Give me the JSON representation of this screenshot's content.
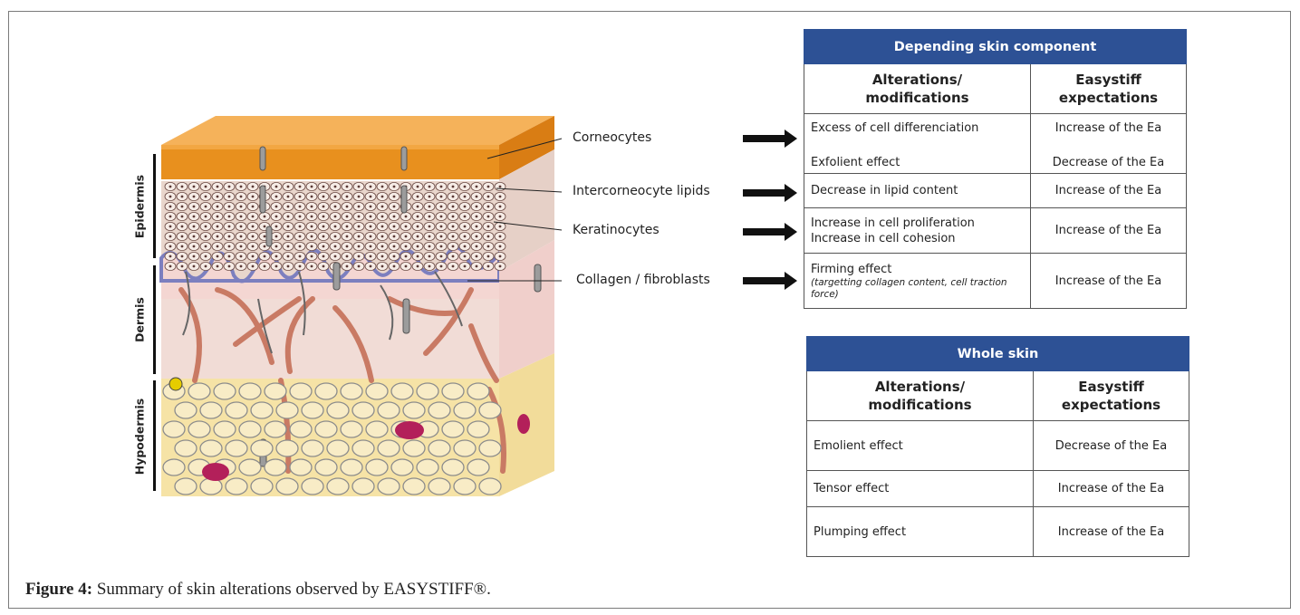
{
  "figure": {
    "labels": {
      "corneocytes": "Corneocytes",
      "lipids": "Intercorneocyte lipids",
      "keratinocytes": "Keratinocytes",
      "collagen": "Collagen / fibroblasts"
    },
    "layers": {
      "epidermis": "Epidermis",
      "dermis": "Dermis",
      "hypodermis": "Hypodermis"
    }
  },
  "table_component": {
    "title": "Depending skin component",
    "col1": [
      "Alterations/",
      "modifications"
    ],
    "col2": [
      "Easystiff",
      "expectations"
    ],
    "rows": [
      {
        "alt": "Excess of cell differenciation",
        "exp": "Increase of the Ea"
      },
      {
        "alt": "Exfolient effect",
        "exp": "Decrease of the Ea"
      },
      {
        "alt": "Decrease in lipid content",
        "exp": "Increase of the Ea"
      },
      {
        "alt": [
          "Increase in cell proliferation",
          "Increase in cell cohesion"
        ],
        "exp": "Increase of the Ea"
      },
      {
        "alt": "Firming effect",
        "alt_note": "(targetting collagen content, cell traction force)",
        "exp": "Increase of the Ea"
      }
    ]
  },
  "table_whole": {
    "title": "Whole skin",
    "col1": [
      "Alterations/",
      "modifications"
    ],
    "col2": [
      "Easystiff",
      "expectations"
    ],
    "rows": [
      {
        "alt": "Emolient effect",
        "exp": "Decrease of the Ea"
      },
      {
        "alt": "Tensor effect",
        "exp": "Increase of the Ea"
      },
      {
        "alt": "Plumping effect",
        "exp": "Increase of the Ea"
      }
    ]
  },
  "caption": {
    "label": "Figure 4:",
    "text": " Summary of skin alterations observed by EASYSTIFF®."
  },
  "colors": {
    "header_blue": "#2d5195",
    "stratum_orange": "#e8901e",
    "dermis_pink": "#f3d3d0",
    "hypodermis_yellow": "#f6e3a6",
    "collagen_brown": "#c97a64"
  }
}
